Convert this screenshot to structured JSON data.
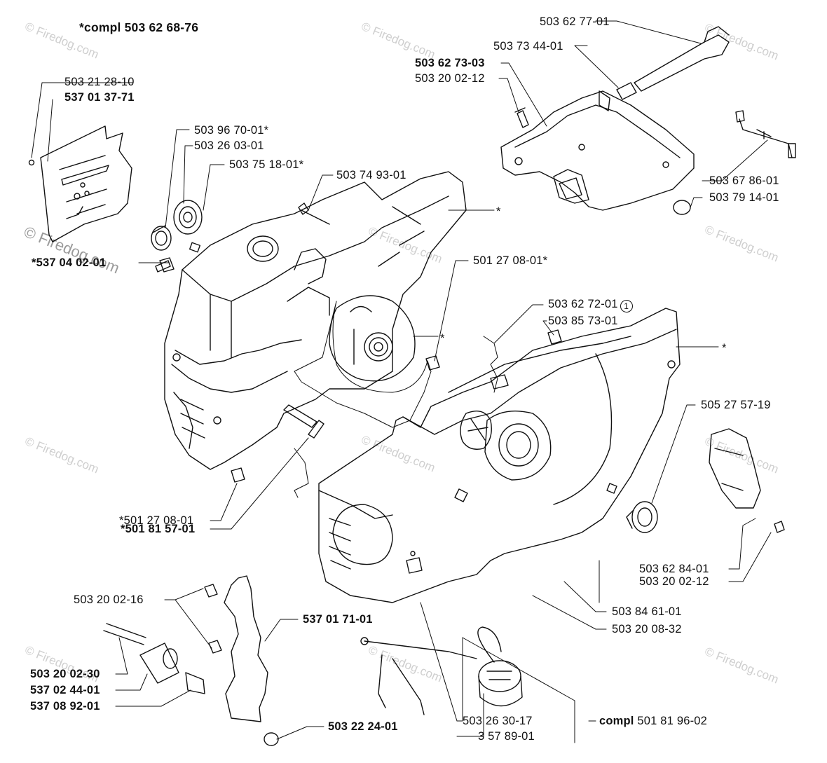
{
  "header": {
    "assembly": "*compl 503 62 68-76"
  },
  "watermark": "© Firedog.com",
  "labels": {
    "l01": "503 21 28-10",
    "l02": "537 01 37-71",
    "l03": "503 96 70-01*",
    "l04": "503 26 03-01",
    "l05": "503 75 18-01*",
    "l06": "503 74 93-01",
    "l07": "*537 04 02-01",
    "l08": "501 27 08-01*",
    "l09": "503 62 77-01",
    "l10": "503 73 44-01",
    "l11": "503 62 73-03",
    "l12": "503 20 02-12",
    "l13": "503 67 86-01",
    "l14": "503 79 14-01",
    "l15": "503 62 72-01",
    "l15_mark": "1",
    "l16": "503 85 73-01",
    "l17": "505 27 57-19",
    "l18": "*501 27 08-01",
    "l19": "*501 81 57-01",
    "l20": "503 62 84-01",
    "l21": "503 20 02-12",
    "l22": "503 84 61-01",
    "l23": "503 20 08-32",
    "l24": "503 20 02-16",
    "l25": "537 01 71-01",
    "l26": "503 20 02-30",
    "l27": "537 02 44-01",
    "l28": "537 08 92-01",
    "l29": "503 22 24-01",
    "l30": "503 26 30-17",
    "l31": "3 57 89-01",
    "l32": "compl",
    "l33": "501 81 96-02",
    "star1": "*",
    "star2": "*",
    "star3": "*"
  }
}
